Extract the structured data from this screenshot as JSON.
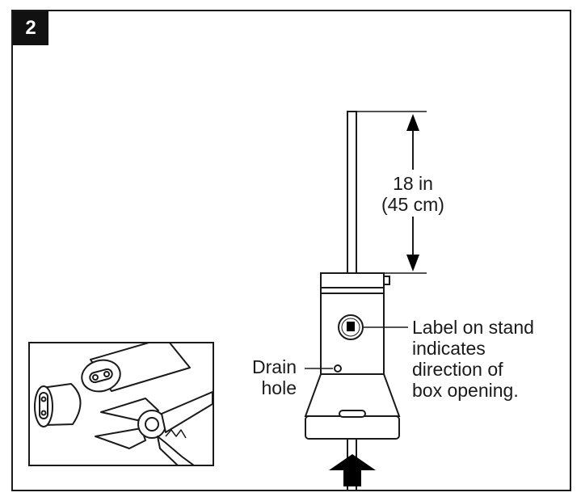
{
  "step_number": "2",
  "measurement": {
    "line1": "18 in",
    "line2": "(45 cm)"
  },
  "drain": {
    "line1": "Drain",
    "line2": "hole"
  },
  "label_note": {
    "line1": "Label on stand",
    "line2": "indicates",
    "line3": "direction of",
    "line4": "box opening."
  }
}
